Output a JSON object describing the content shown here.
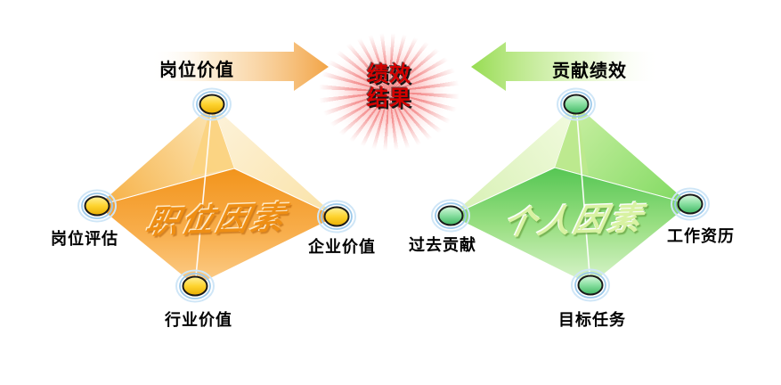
{
  "center_burst": {
    "line1": "绩效",
    "line2": "结果",
    "text_color": "#D40000",
    "ray_color": "#E23A3A"
  },
  "left_group": {
    "arrow_label": "岗位价值",
    "arrow_direction": "right",
    "title": "职位因素",
    "node_labels": {
      "left": "岗位评估",
      "right": "企业价值",
      "bottom": "行业价值"
    },
    "accent_color": "#F59A28",
    "node_color": "#FED32F"
  },
  "right_group": {
    "arrow_label": "贡献绩效",
    "arrow_direction": "left",
    "title": "个人因素",
    "node_labels": {
      "left": "过去贡献",
      "right": "工作资历",
      "bottom": "目标任务"
    },
    "accent_color": "#55C653",
    "node_color": "#5ECF7F"
  },
  "colors": {
    "node_ring_blue": "#9CC9EA",
    "background": "#FFFFFF"
  }
}
